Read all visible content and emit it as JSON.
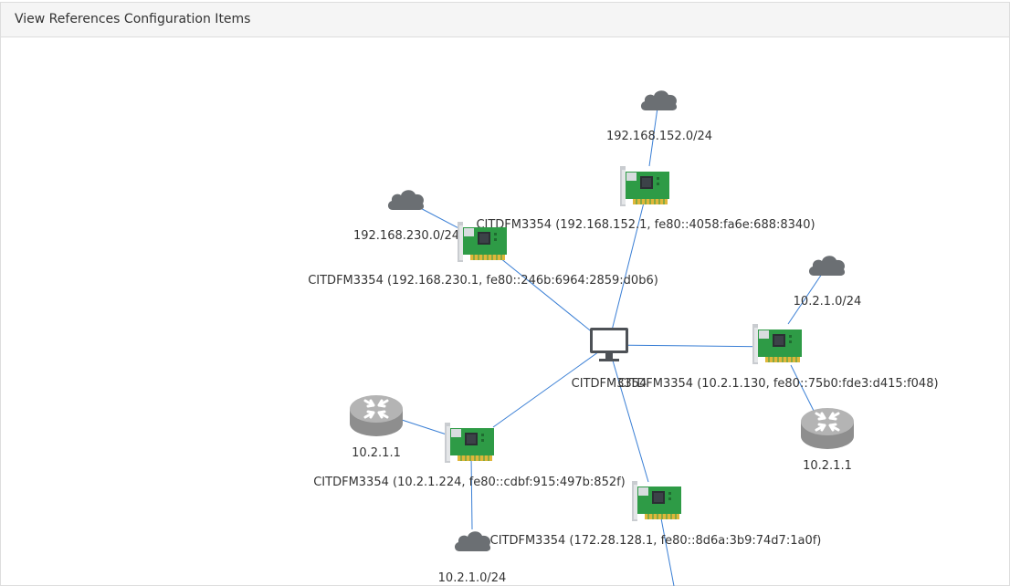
{
  "panel": {
    "title": "View References Configuration Items"
  },
  "graph": {
    "labels": {
      "net_152": "192.168.152.0/24",
      "nic_152": "CITDFM3354 (192.168.152.1, fe80::4058:fa6e:688:8340)",
      "net_230": "192.168.230.0/24",
      "nic_230": "CITDFM3354 (192.168.230.1, fe80::246b:6964:2859:d0b6)",
      "net_10_right": "10.2.1.0/24",
      "nic_130": "CITDFM3354 (10.2.1.130, fe80::75b0:fde3:d415:f048)",
      "computer": "CITDFM3354",
      "router_right": "10.2.1.1",
      "router_left": "10.2.1.1",
      "nic_224": "CITDFM3354 (10.2.1.224, fe80::cdbf:915:497b:852f)",
      "nic_172": "CITDFM3354 (172.28.128.1, fe80::8d6a:3b9:74d7:1a0f)",
      "net_10_bottom": "10.2.1.0/24"
    },
    "colors": {
      "link": "#3a7fd5",
      "cloud": "#6b6f73",
      "nic_board": "#2e9b46",
      "router": "#9a9a9a"
    },
    "icons": {
      "network": "cloud-icon",
      "nic": "network-card-icon",
      "computer": "monitor-icon",
      "router": "router-icon"
    }
  }
}
